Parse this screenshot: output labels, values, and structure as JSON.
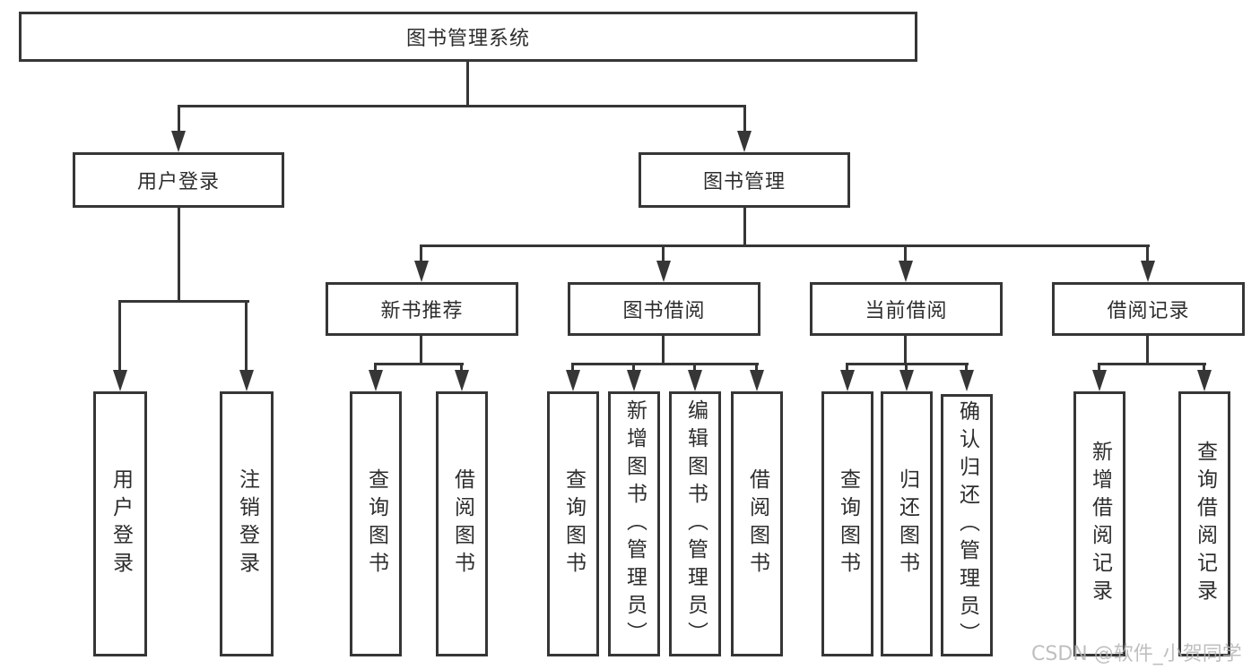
{
  "diagram": {
    "root": "图书管理系统",
    "branches": [
      {
        "label": "用户登录",
        "children": [
          "用户登录",
          "注销登录"
        ]
      },
      {
        "label": "图书管理",
        "children": [
          {
            "label": "新书推荐",
            "children": [
              "查询图书",
              "借阅图书"
            ]
          },
          {
            "label": "图书借阅",
            "children": [
              "查询图书",
              "新增图书（管理员）",
              "编辑图书（管理员）",
              "借阅图书"
            ]
          },
          {
            "label": "当前借阅",
            "children": [
              "查询图书",
              "归还图书",
              "确认归还（管理员）"
            ]
          },
          {
            "label": "借阅记录",
            "children": [
              "新增借阅记录",
              "查询借阅记录"
            ]
          }
        ]
      }
    ]
  },
  "watermark": "CSDN @软件_小贺同学",
  "colors": {
    "line": "#363636",
    "text": "#2d2d2d",
    "watermark": "#b5b5b5",
    "background": "#ffffff"
  }
}
